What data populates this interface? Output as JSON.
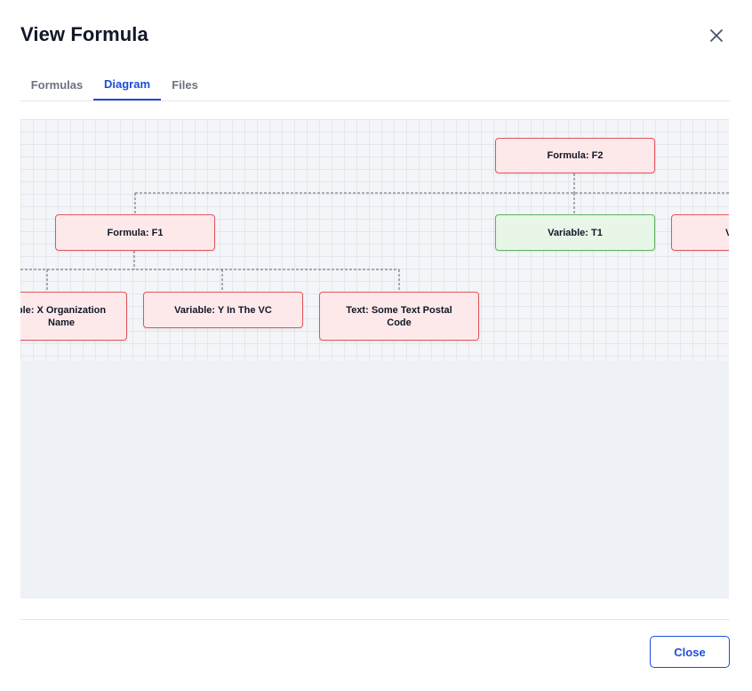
{
  "dialog": {
    "title": "View Formula",
    "close_icon": "close-icon"
  },
  "tabs": [
    {
      "label": "Formulas",
      "active": false
    },
    {
      "label": "Diagram",
      "active": true
    },
    {
      "label": "Files",
      "active": false
    }
  ],
  "diagram": {
    "nodes": {
      "f2": {
        "label": "Formula: F2",
        "status": "error"
      },
      "f1": {
        "label": "Formula: F1",
        "status": "error"
      },
      "t1": {
        "label": "Variable: T1",
        "status": "ok"
      },
      "cut_right": {
        "label": "V",
        "status": "error"
      },
      "x_org": {
        "label": "ble: X Organization Name",
        "status": "error"
      },
      "y_vc": {
        "label": "Variable: Y In The VC",
        "status": "error"
      },
      "text_postal": {
        "label": "Text: Some Text Postal Code",
        "status": "error"
      }
    },
    "colors": {
      "error_fill": "#fee9ea",
      "error_border": "#e0565f",
      "ok_fill": "#e7f6e7",
      "ok_border": "#5db35f",
      "edge": "#5a6477"
    }
  },
  "footer": {
    "close_label": "Close"
  }
}
